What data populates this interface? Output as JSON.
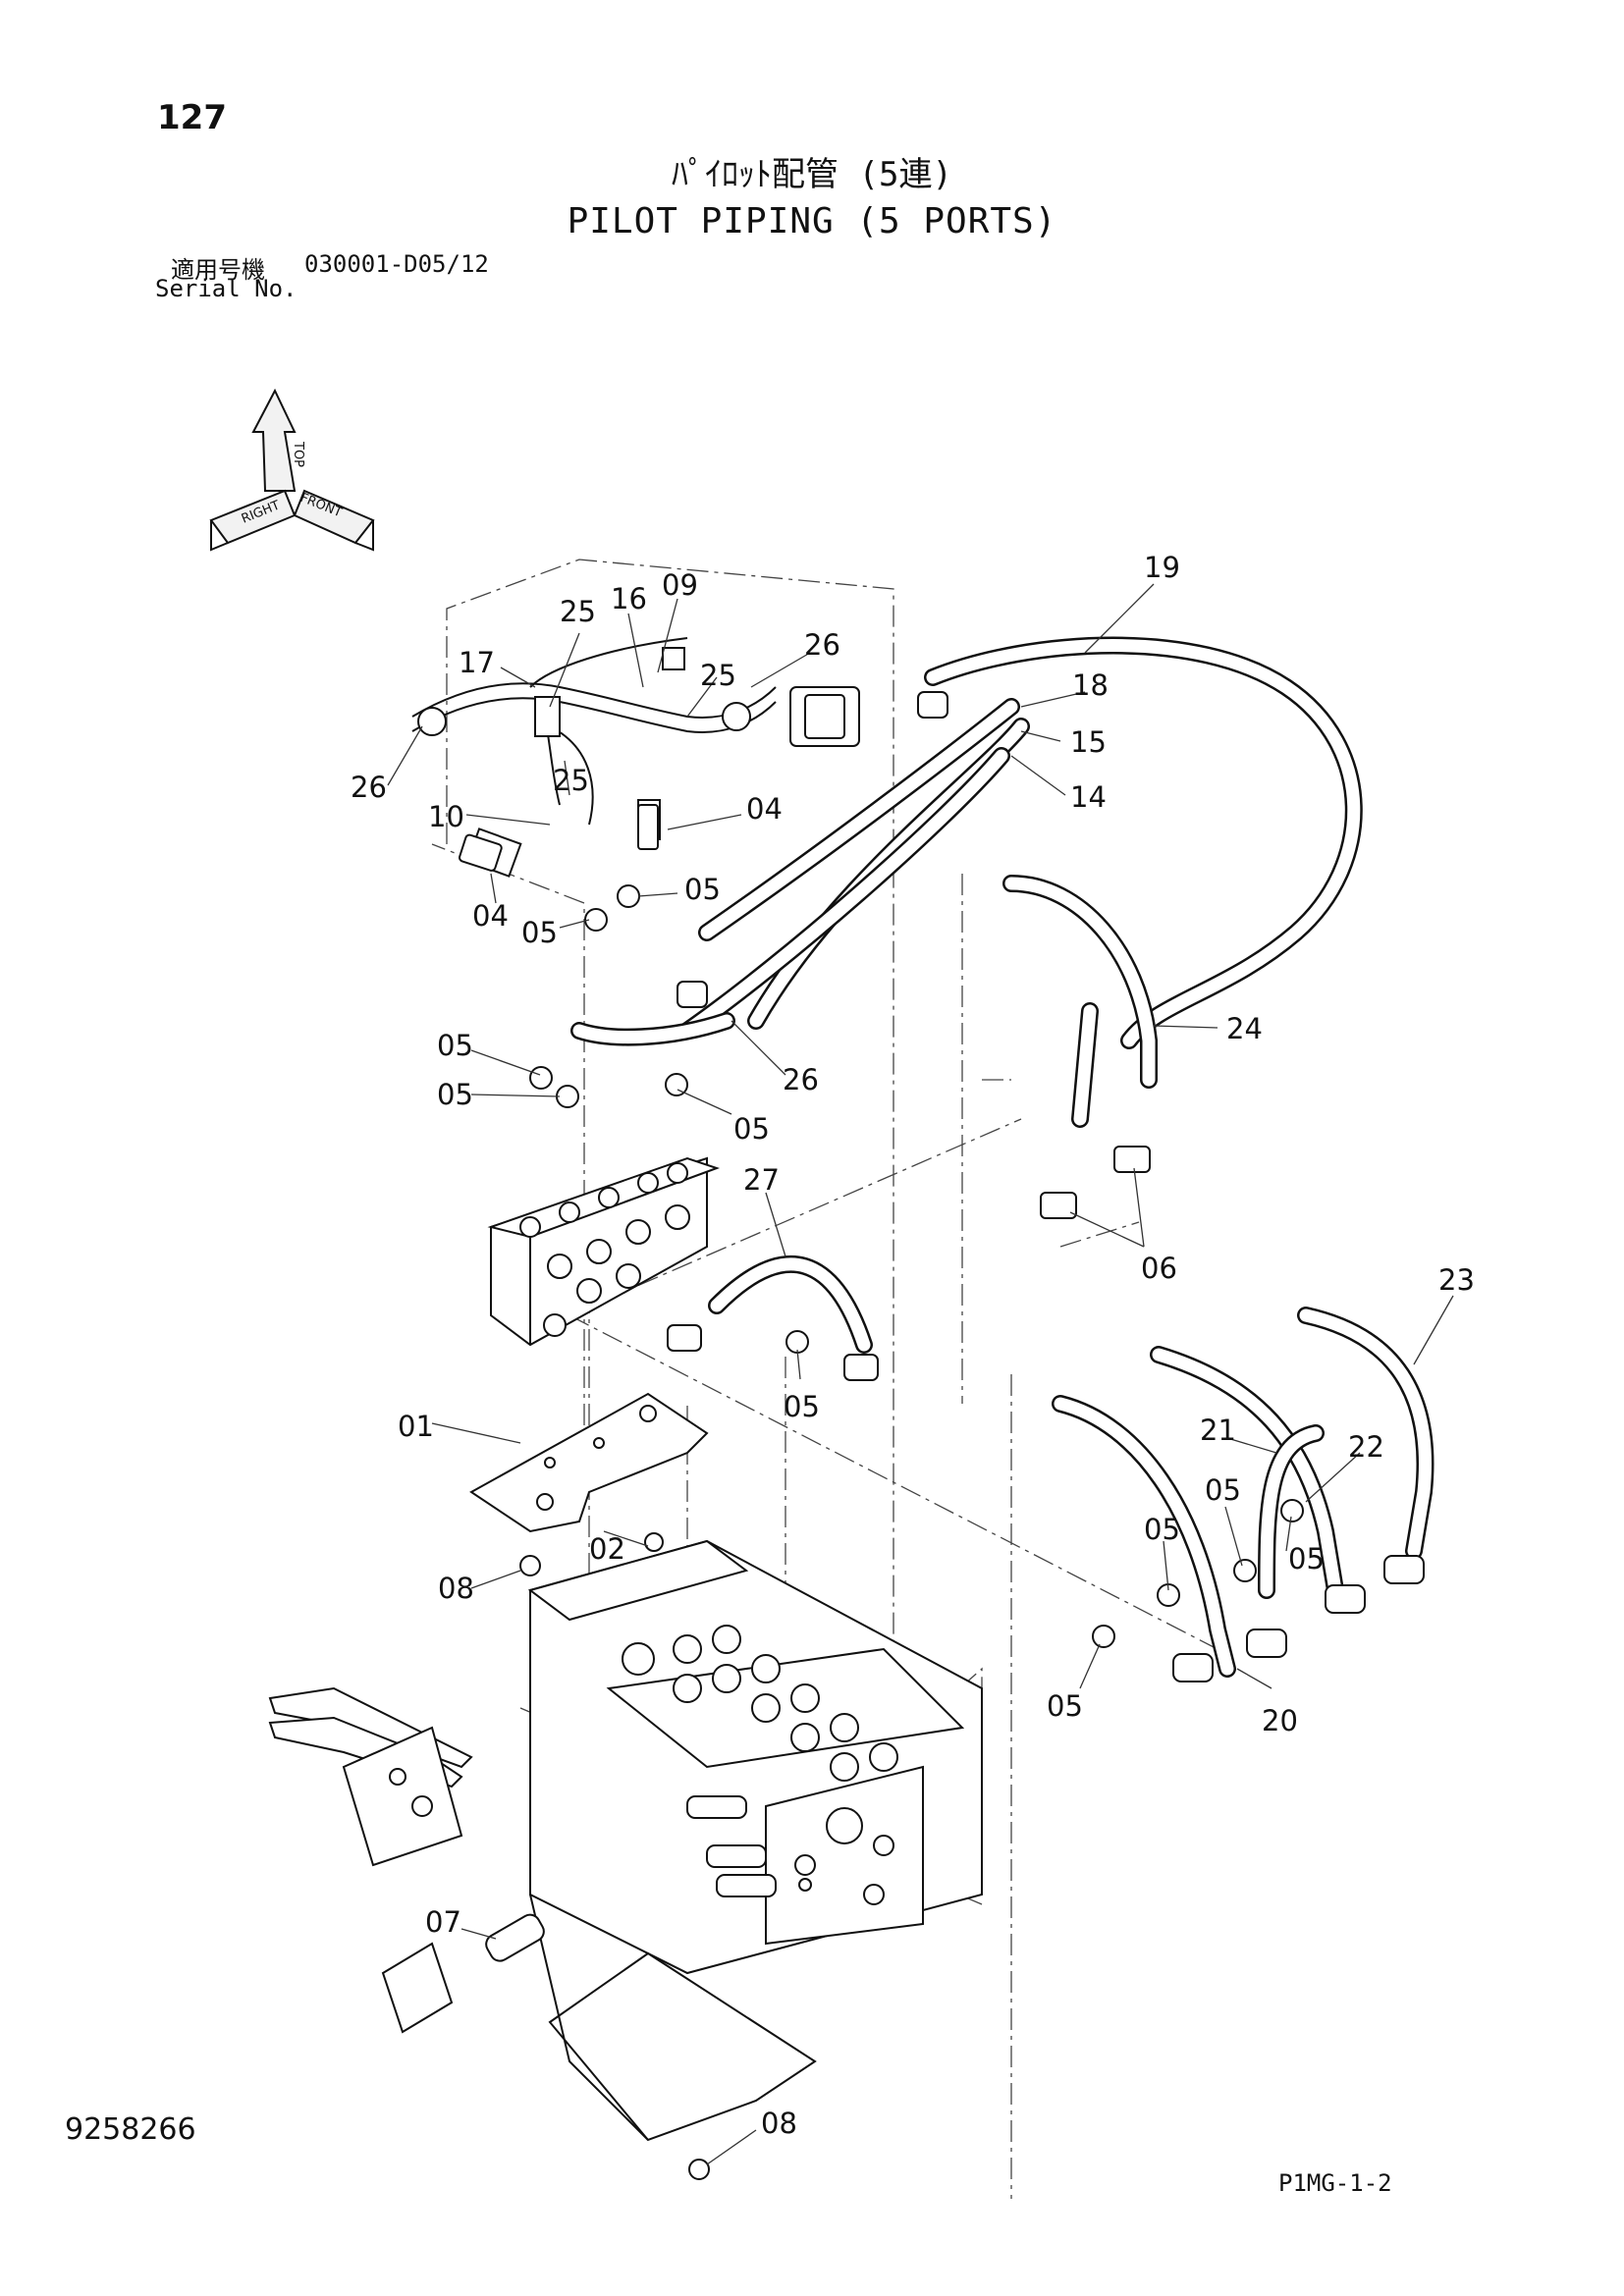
{
  "page": {
    "number": "127",
    "title_jp": "ﾊﾟｲﾛｯﾄ配管 (5連)",
    "title_en": "PILOT PIPING (5 PORTS)",
    "serial_label_jp": "適用号機",
    "serial_value": "030001-D05/12",
    "serial_label_en": "Serial No.",
    "drawing_number": "9258266",
    "figure_code": "P1MG-1-2"
  },
  "orientation": {
    "top": "TOP",
    "front": "FRONT",
    "right": "RIGHT"
  },
  "callouts": [
    "19",
    "16",
    "09",
    "25",
    "26",
    "17",
    "25",
    "18",
    "15",
    "14",
    "26",
    "25",
    "10",
    "04",
    "04",
    "05",
    "05",
    "05",
    "05",
    "26",
    "05",
    "24",
    "27",
    "06",
    "23",
    "05",
    "01",
    "21",
    "22",
    "05",
    "05",
    "05",
    "02",
    "08",
    "05",
    "20",
    "07",
    "08"
  ]
}
